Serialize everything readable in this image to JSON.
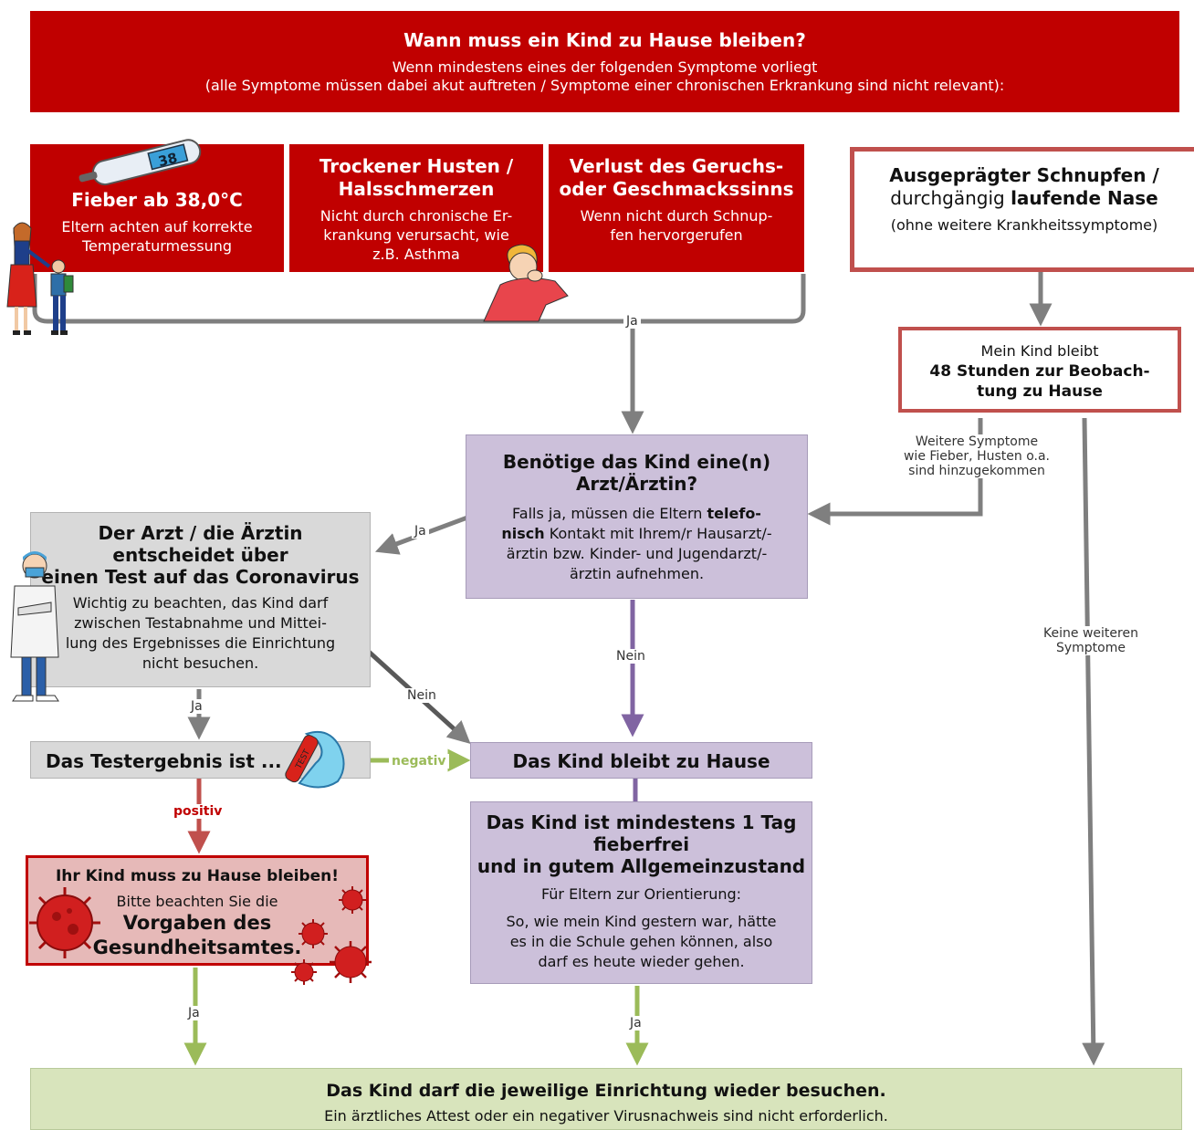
{
  "header": {
    "title": "Wann muss ein Kind zu Hause bleiben?",
    "line1": "Wenn mindestens eines der folgenden Symptome vorliegt",
    "line2": "(alle Symptome müssen dabei akut auftreten / Symptome einer chronischen Erkrankung sind nicht relevant):"
  },
  "symptoms": {
    "fever": {
      "thermo": "38",
      "title": "Fieber ab 38,0°C",
      "desc1": "Eltern achten auf korrekte",
      "desc2": "Temperaturmessung"
    },
    "cough": {
      "title1": "Trockener Husten /",
      "title2": "Halsschmerzen",
      "desc1": "Nicht durch chronische Er-",
      "desc2": "krankung verursacht, wie",
      "desc3": "z.B. Asthma"
    },
    "smell": {
      "title1": "Verlust des Geruchs-",
      "title2": "oder Geschmackssinns",
      "desc1": "Wenn nicht durch Schnup-",
      "desc2": "fen  hervorgerufen"
    },
    "cold": {
      "title1": "Ausgeprägter Schnupfen /",
      "title2a": "durchgängig ",
      "title2b": "laufende Nase",
      "desc": "(ohne weitere Krankheitssymptome)"
    }
  },
  "observe": {
    "line1": "Mein Kind bleibt",
    "line2": "48 Stunden zur Beobach-",
    "line3": "tung zu Hause"
  },
  "doctor_q": {
    "title1": "Benötige das Kind eine(n)",
    "title2": "Arzt/Ärztin?",
    "d1a": "Falls ja, müssen die Eltern ",
    "d1b": "telefo-",
    "d2a": "nisch",
    "d2b": " Kontakt mit Ihrem/r Hausarzt/-",
    "d3": "ärztin bzw. Kinder- und Jugendarzt/-",
    "d4": "ärztin aufnehmen."
  },
  "doctor_decides": {
    "title1": "Der Arzt / die Ärztin",
    "title2": "entscheidet über",
    "title3": "einen Test auf das Coronavirus",
    "d1": "Wichtig zu beachten, das Kind darf",
    "d2": "zwischen Testabnahme und Mittei-",
    "d3": "lung des Ergebnisses die Einrichtung",
    "d4": "nicht besuchen."
  },
  "test_result": {
    "label": "Das Testergebnis ist ...",
    "vial_text": "TEST"
  },
  "stay_home": {
    "label": "Das Kind bleibt zu Hause"
  },
  "must_stay": {
    "title": "Ihr Kind muss zu Hause bleiben!",
    "l1": "Bitte beachten Sie die",
    "l2": "Vorgaben des",
    "l3": "Gesundheitsamtes."
  },
  "fever_free": {
    "title1": "Das Kind ist mindestens 1 Tag",
    "title2": "fieberfrei",
    "title3": "und in gutem Allgemeinzustand",
    "orient": "Für Eltern zur Orientierung:",
    "d1": "So, wie mein Kind gestern war, hätte",
    "d2": "es in die Schule gehen können, also",
    "d3": "darf es heute wieder gehen."
  },
  "return": {
    "title": "Das Kind darf die jeweilige Einrichtung wieder besuchen.",
    "desc": "Ein ärztliches Attest oder ein negativer Virusnachweis sind nicht erforderlich."
  },
  "edge_labels": {
    "ja_top": "Ja",
    "ja_left": "Ja",
    "ja_test": "Ja",
    "ja_bottom_left": "Ja",
    "ja_bottom_mid": "Ja",
    "nein_mid": "Nein",
    "nein_diag": "Nein",
    "negativ": "negativ",
    "positiv": "positiv",
    "further1": "Weitere Symptome",
    "further2": "wie Fieber, Husten o.a.",
    "further3": "sind hinzugekommen",
    "none1": "Keine weiteren",
    "none2": "Symptome"
  },
  "colors": {
    "red": "#c00000",
    "purple": "#ccc0da",
    "grey": "#d9d9d9",
    "green": "#d8e4bc",
    "pink": "#e6b9b8",
    "arrow_grey": "#7f7f7f",
    "arrow_purple": "#8064a2",
    "arrow_green": "#9bbb59",
    "arrow_red": "#c0504d"
  }
}
